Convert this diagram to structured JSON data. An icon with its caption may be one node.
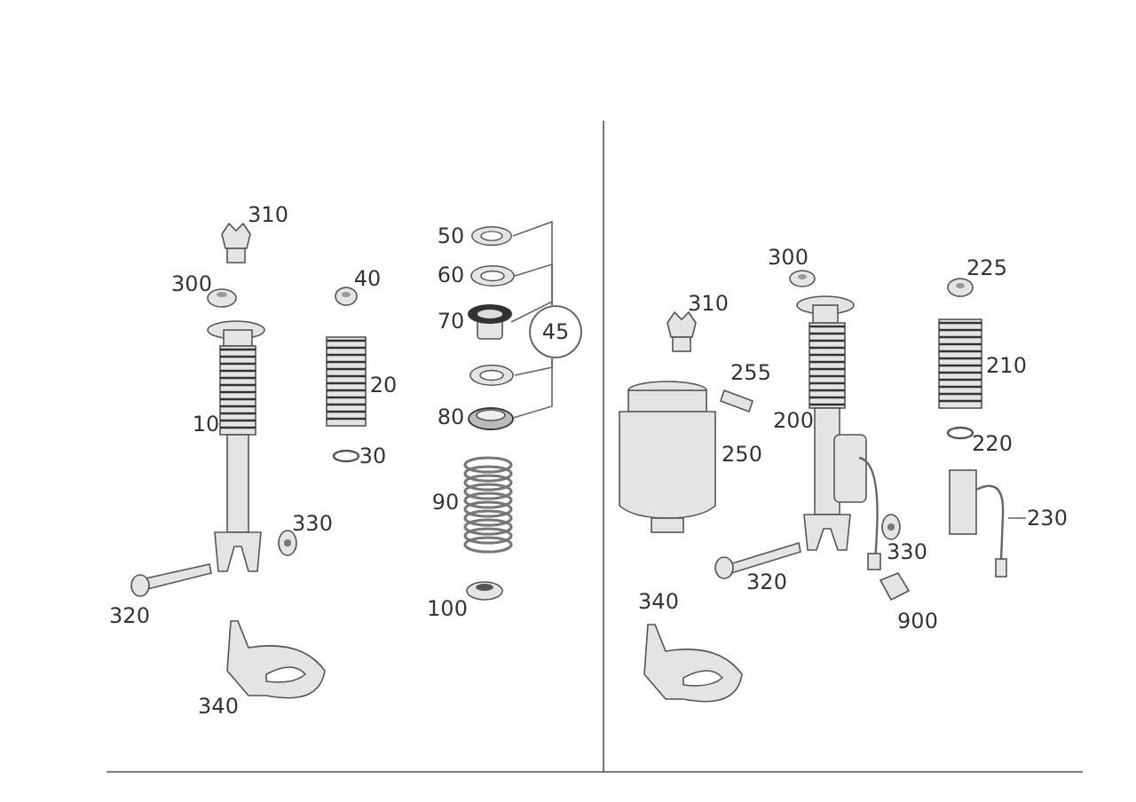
{
  "diagram": {
    "nodes": [
      {
        "text": [
          "45"
        ]
      },
      {
        "text": [],
        "shape": "picture"
      },
      {
        "text": [],
        "shape": "picture"
      },
      {
        "text": [],
        "shape": "picture"
      },
      {
        "text": [],
        "shape": "picture"
      },
      {
        "text": [],
        "shape": "picture"
      },
      {
        "text": [
          "230"
        ]
      }
    ],
    "edges": [
      {
        "from": 0,
        "to": 1,
        "arrow": "none"
      },
      {
        "from": 0,
        "to": 2,
        "arrow": "none"
      },
      {
        "from": 0,
        "to": 3,
        "arrow": "none"
      },
      {
        "from": 0,
        "to": 4,
        "arrow": "none"
      },
      {
        "from": 0,
        "to": 5,
        "arrow": "none"
      },
      {
        "from": 6,
        "to": null,
        "arrow": "none"
      }
    ],
    "labels": [
      "310",
      "300",
      "40",
      "50",
      "60",
      "70",
      "20",
      "10",
      "30",
      "80",
      "90",
      "330",
      "320",
      "100",
      "340",
      "300",
      "225",
      "310",
      "255",
      "210",
      "200",
      "220",
      "250",
      "330",
      "320",
      "900",
      "340"
    ]
  }
}
